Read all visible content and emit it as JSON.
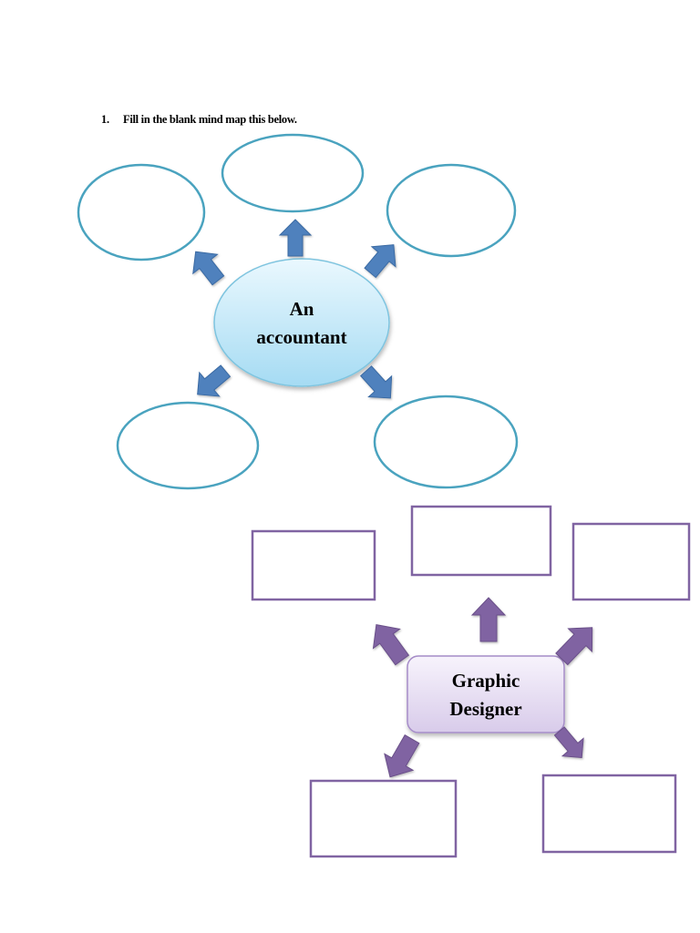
{
  "instruction": {
    "number": "1.",
    "text": "Fill in the blank mind map this below."
  },
  "map_accountant": {
    "center_lines": [
      "An",
      "accountant"
    ],
    "blank_nodes": 5,
    "colors": {
      "node_border": "#4aa3bf",
      "center_fill_top": "#e8f7fd",
      "center_fill_bottom": "#a7dcf4",
      "arrow": "#4f81bd"
    }
  },
  "map_designer": {
    "center_lines": [
      "Graphic",
      "Designer"
    ],
    "blank_nodes": 5,
    "colors": {
      "node_border": "#8064a2",
      "center_fill_top": "#f6f2fb",
      "center_fill_bottom": "#d9cdeb",
      "arrow": "#8064a2"
    }
  }
}
